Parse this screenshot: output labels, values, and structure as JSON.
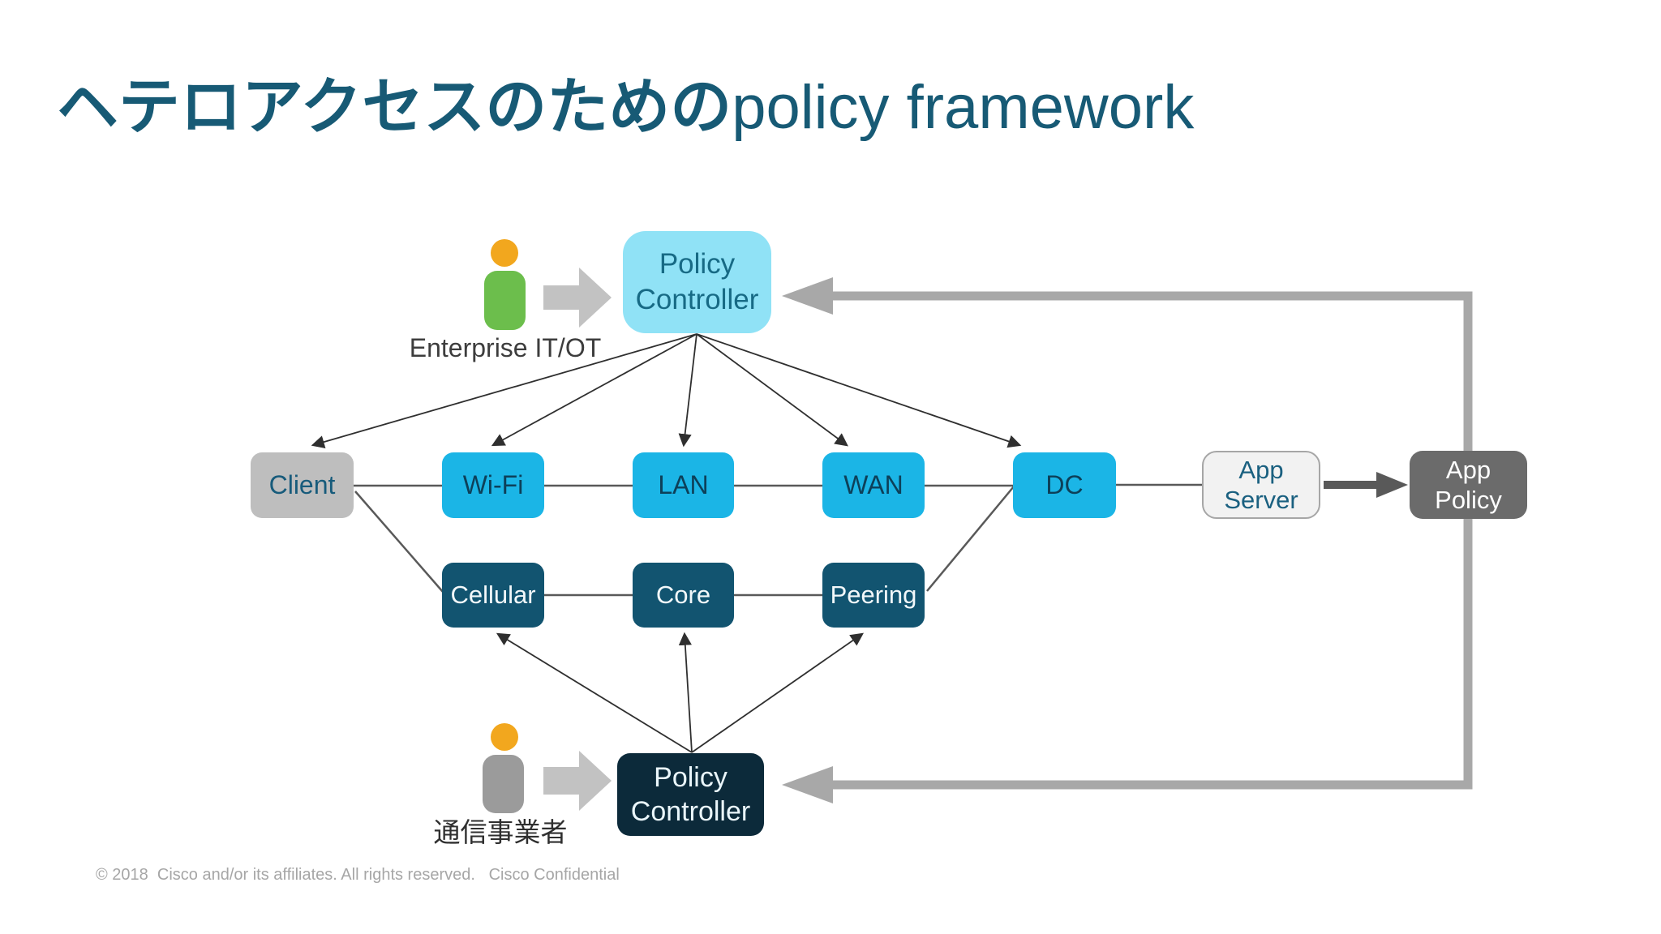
{
  "slide": {
    "title": {
      "jp": "ヘテロアクセスのための",
      "en": "policy framework"
    },
    "footer": "© 2018  Cisco and/or its affiliates. All rights reserved.   Cisco Confidential"
  },
  "actors": {
    "enterprise": {
      "line1": "Enterprise",
      "line2": "IT/OT"
    },
    "carrier": {
      "label": "通信事業者"
    }
  },
  "nodes": {
    "policy_controller_top": {
      "line1": "Policy",
      "line2": "Controller"
    },
    "client": {
      "label": "Client"
    },
    "wifi": {
      "label": "Wi-Fi"
    },
    "lan": {
      "label": "LAN"
    },
    "wan": {
      "label": "WAN"
    },
    "dc": {
      "label": "DC"
    },
    "app_server": {
      "line1": "App",
      "line2": "Server"
    },
    "app_policy": {
      "line1": "App",
      "line2": "Policy"
    },
    "cellular": {
      "label": "Cellular"
    },
    "core": {
      "label": "Core"
    },
    "peering": {
      "label": "Peering"
    },
    "policy_controller_bottom": {
      "line1": "Policy",
      "line2": "Controller"
    }
  },
  "colors": {
    "title_text": "#175A75",
    "box_light_cyan": "#90E2F6",
    "box_cyan": "#1BB5E6",
    "box_gray": "#BEBEBE",
    "box_dark_teal": "#125470",
    "box_navy": "#0C2A3A",
    "box_dark_gray": "#6B6B6B",
    "box_white": "#F2F2F2",
    "feedback_loop_gray": "#A8A8A8",
    "connector_gray": "#595959",
    "fan_arrow_dark": "#2F2F2F",
    "block_arrow_gray": "#C2C2C2",
    "person_head_orange": "#F2A71E",
    "person_body_green": "#6CBE4C",
    "person_body_gray": "#9B9B9B",
    "footer_text": "#A6A6A6"
  }
}
